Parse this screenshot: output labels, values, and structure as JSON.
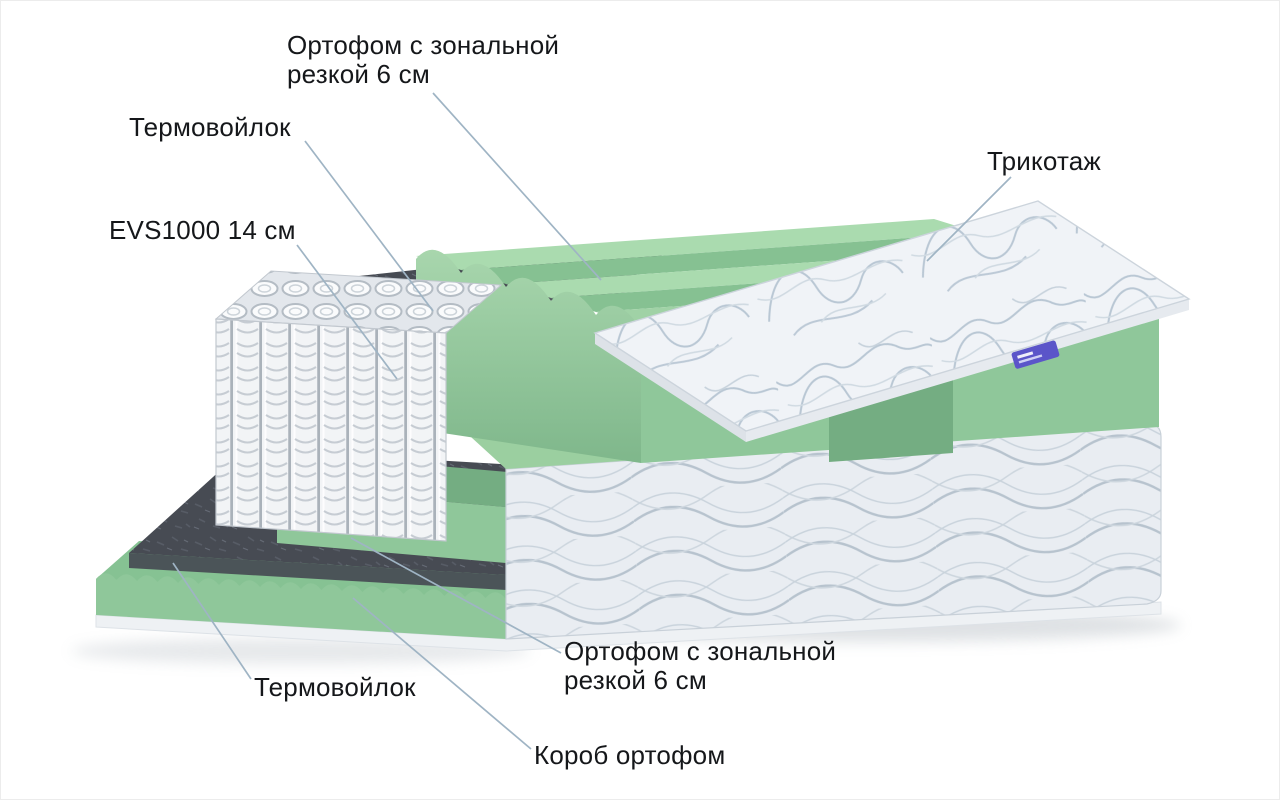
{
  "diagram": {
    "type": "mattress-layers-cutaway",
    "labels": {
      "orthofoam_top": "Ортофом с зональной резкой 6 см",
      "thermofelt_top": "Термовойлок",
      "evs": "EVS1000 14 см",
      "tricot": "Трикотаж",
      "orthofoam_bottom": "Ортофом с зональной резкой 6 см",
      "thermofelt_bottom": "Термовойлок",
      "korob": "Короб ортофом"
    },
    "colors": {
      "foam_green": "#9bcfa0",
      "foam_green_mid": "#8fc79a",
      "foam_green_dark": "#74ad82",
      "felt_dark": "#474b53",
      "cover_light": "#e9edf2",
      "quilt_line": "#b7c3ce",
      "spring_white": "#f2f4f6",
      "leader_line": "#9fb4c4",
      "label_text": "#15171a",
      "tag_purple": "#5b55c9",
      "background": "#ffffff"
    }
  }
}
